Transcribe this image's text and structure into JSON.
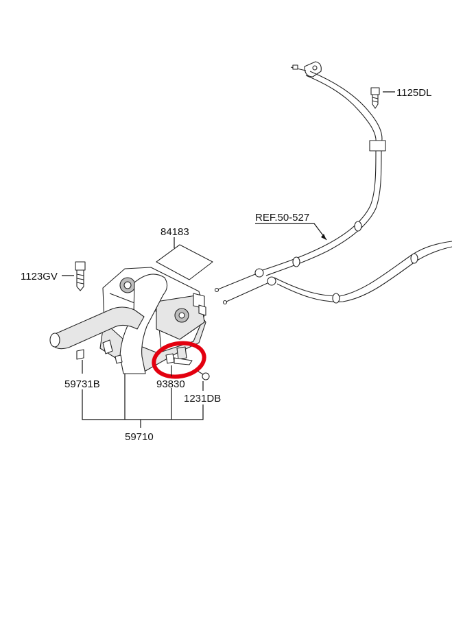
{
  "diagram": {
    "labels": {
      "p1125dl": "1125DL",
      "ref": "REF.50-527",
      "p84183": "84183",
      "p1123gv": "1123GV",
      "p59731b": "59731B",
      "p93830": "93830",
      "p1231db": "1231DB",
      "p59710": "59710"
    },
    "highlight_color": "#e3000f",
    "line_color": "#111111"
  }
}
